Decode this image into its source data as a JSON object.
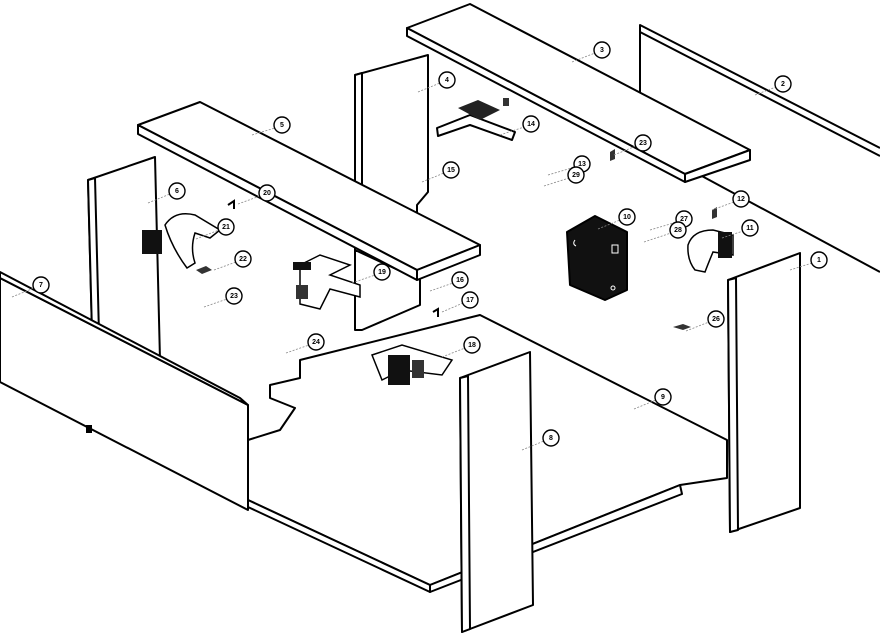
{
  "diagram": {
    "type": "exploded-assembly",
    "callouts": [
      "1",
      "2",
      "3",
      "4",
      "5",
      "6",
      "7",
      "8",
      "9",
      "10",
      "11",
      "12",
      "13",
      "14",
      "15",
      "16",
      "17",
      "18",
      "19",
      "20",
      "21",
      "22",
      "23",
      "23",
      "24",
      "25",
      "26",
      "27",
      "28",
      "29"
    ]
  }
}
